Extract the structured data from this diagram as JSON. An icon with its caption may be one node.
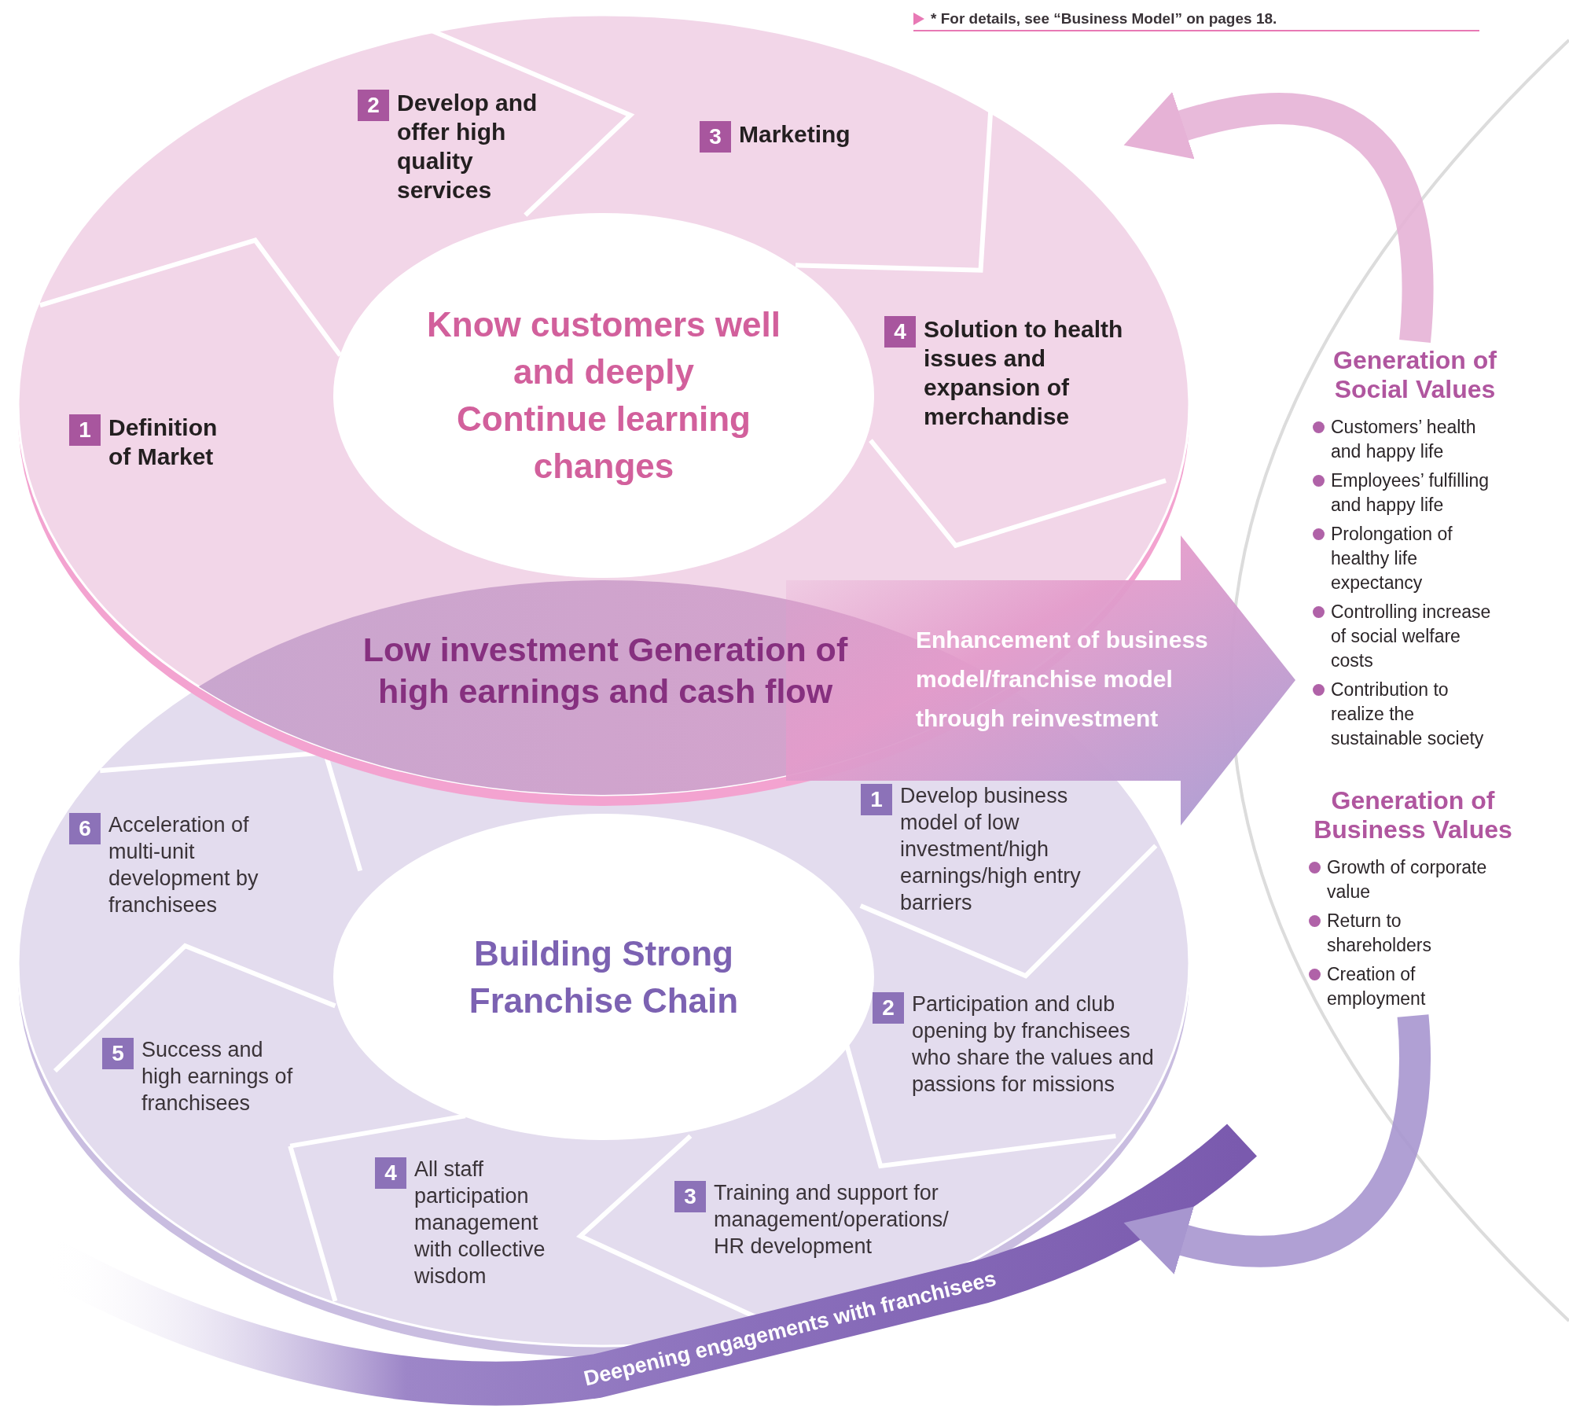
{
  "diagram": {
    "nodes": [
      {
        "text": [],
        "shape": "circle"
      },
      {
        "text": [
          "Know customers well and deeply",
          "Continue learning changes"
        ],
        "in": 0
      },
      {
        "text": [
          "1",
          "Definition of Market"
        ],
        "in": 0
      },
      {
        "text": [
          "2",
          "Develop and offer high quality services"
        ],
        "in": 0
      },
      {
        "text": [
          "3",
          "Marketing"
        ],
        "in": 0
      },
      {
        "text": [
          "4",
          "Solution to health issues and expansion of merchandise"
        ],
        "in": 0
      },
      {
        "text": [
          "Low investment Generation of high earnings and cash flow"
        ]
      },
      {
        "text": [
          "Enhancement of business model/franchise model through reinvestment"
        ]
      },
      {
        "text": [],
        "shape": "circle"
      },
      {
        "text": [
          "Building Strong Franchise Chain"
        ],
        "in": 8
      },
      {
        "text": [
          "1",
          "Develop business model of low investment/high earnings/high entry barriers"
        ],
        "in": 8
      },
      {
        "text": [
          "2",
          "Participation and club opening by franchisees who share the values and passions for missions"
        ],
        "in": 8
      },
      {
        "text": [
          "3",
          "Training and support for management/operations/ HR development"
        ],
        "in": 8
      },
      {
        "text": [
          "4",
          "All staff participation management with collective wisdom"
        ],
        "in": 8
      },
      {
        "text": [
          "5",
          "Success and high earnings of franchisees"
        ],
        "in": 8
      },
      {
        "text": [
          "6",
          "Acceleration of multi-unit development by franchisees"
        ],
        "in": 8
      },
      {
        "text": [
          "Generation of Social Values",
          "Customers’ health and happy life",
          "Employees’ fulfilling and happy life",
          "Prolongation of healthy life expectancy",
          "Controlling increase of social welfare costs",
          "Contribution to realize the sustainable society"
        ]
      },
      {
        "text": [
          "Generation of Business Values",
          "Growth of corporate value",
          "Return to shareholders",
          "Creation of employment"
        ]
      }
    ],
    "edges": [
      {
        "from": 16,
        "to": 0,
        "arrow": "to",
        "color": "#e6b2d6"
      },
      {
        "from": 17,
        "to": 8,
        "arrow": "to",
        "color": "#a796cf"
      }
    ],
    "labels": [
      "* For details, see “Business Model” on pages 18.",
      "Deepening engagements with franchisees"
    ]
  }
}
